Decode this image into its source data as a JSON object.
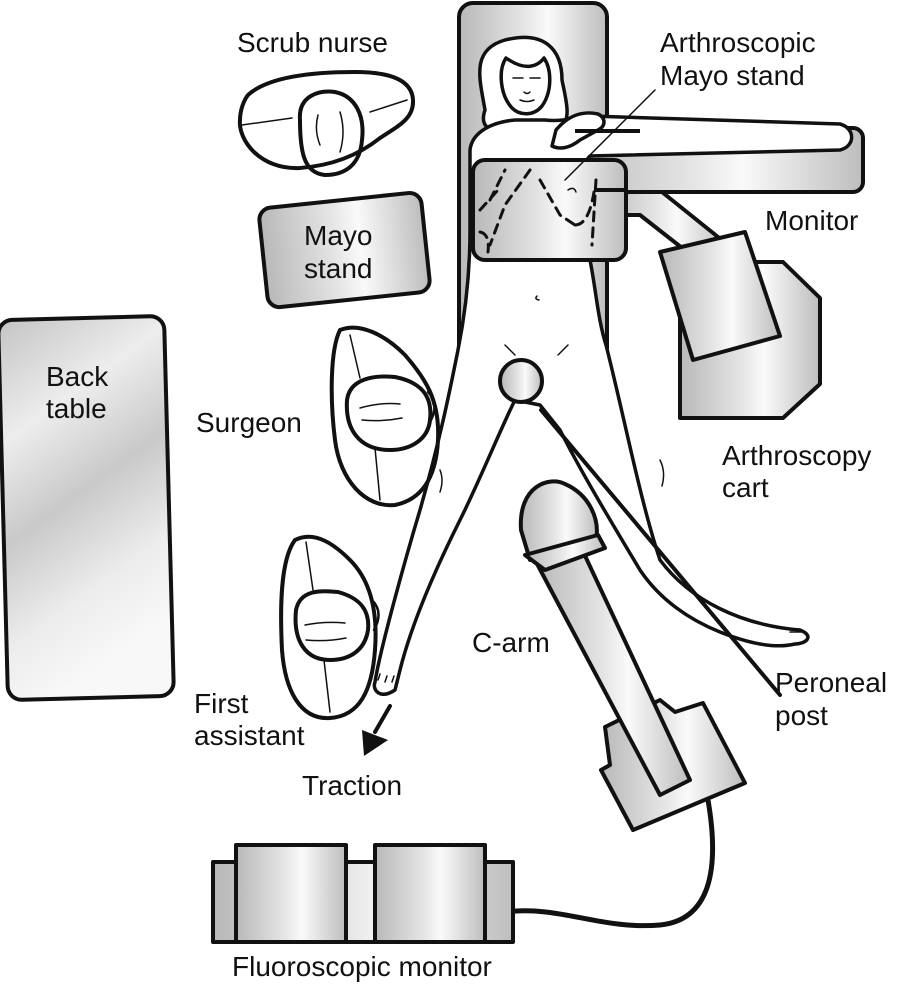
{
  "diagram": {
    "type": "operating room layout",
    "labels": {
      "scrub_nurse": "Scrub nurse",
      "arthroscopic_mayo_stand_line1": "Arthroscopic",
      "arthroscopic_mayo_stand_line2": "Mayo stand",
      "monitor": "Monitor",
      "mayo_stand_line1": "Mayo",
      "mayo_stand_line2": "stand",
      "back_table_line1": "Back",
      "back_table_line2": "table",
      "surgeon": "Surgeon",
      "arthroscopy_cart_line1": "Arthroscopy",
      "arthroscopy_cart_line2": "cart",
      "c_arm": "C-arm",
      "first_assistant_line1": "First",
      "first_assistant_line2": "assistant",
      "traction": "Traction",
      "peroneal_post_line1": "Peroneal",
      "peroneal_post_line2": "post",
      "fluoroscopic_monitor": "Fluoroscopic monitor"
    },
    "colors": {
      "outline": "#111111",
      "metal_light": "#f4f4f4",
      "metal_dark": "#b8b8b8",
      "background": "#ffffff"
    }
  }
}
